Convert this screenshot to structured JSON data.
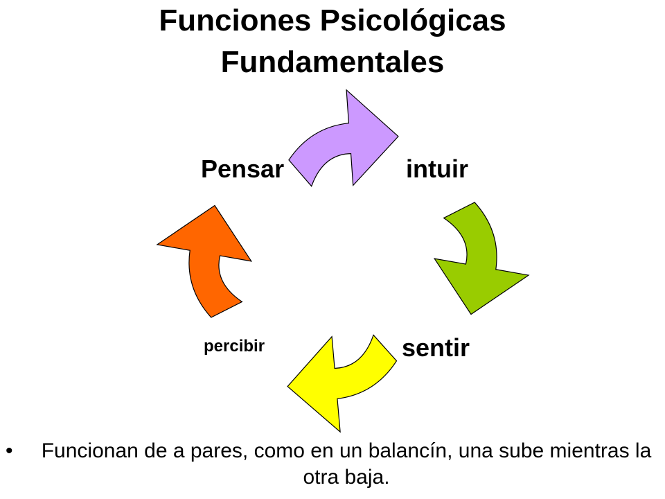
{
  "title": {
    "line1": "Funciones Psicológicas",
    "line2": "Fundamentales"
  },
  "cycle": {
    "nodes": [
      {
        "id": "intuir",
        "label": "intuir"
      },
      {
        "id": "sentir",
        "label": "sentir"
      },
      {
        "id": "percibir",
        "label": "percibir"
      },
      {
        "id": "pensar",
        "label": "Pensar"
      }
    ],
    "arrows": [
      {
        "from": "pensar",
        "to": "intuir",
        "color": "#CC99FF"
      },
      {
        "from": "intuir",
        "to": "sentir",
        "color": "#99CC00"
      },
      {
        "from": "sentir",
        "to": "percibir",
        "color": "#FFFF00"
      },
      {
        "from": "percibir",
        "to": "pensar",
        "color": "#FF6600"
      }
    ]
  },
  "bullet": {
    "symbol": "•",
    "text": "Funcionan de a pares, como en un balancín, una sube mientras la otra baja."
  }
}
